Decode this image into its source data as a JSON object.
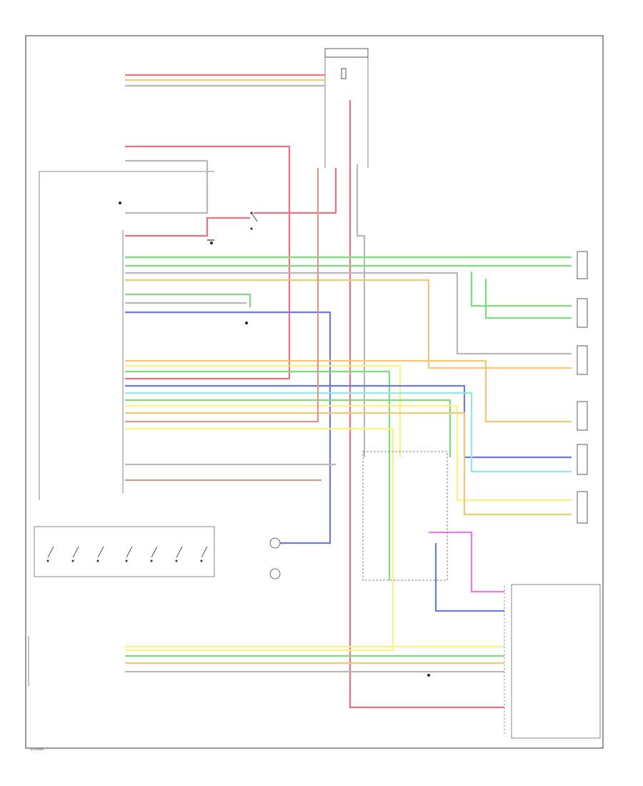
{
  "wire_colors": {
    "red": "#f07080",
    "orange": "#f5c770",
    "yellow": "#fff27a",
    "green": "#7ddc7d",
    "lightgreen": "#b7f0a8",
    "blue": "#6a78e8",
    "cyan": "#8feaf0",
    "magenta": "#ee7af0",
    "gray": "#b8b8b8",
    "brown": "#d29a8a",
    "black": "#555555"
  },
  "footer_left": "1/1/2006",
  "icons": [
    "ground-symbol",
    "speaker-symbol",
    "fuse-symbol",
    "switch-symbol",
    "connector-symbol"
  ]
}
